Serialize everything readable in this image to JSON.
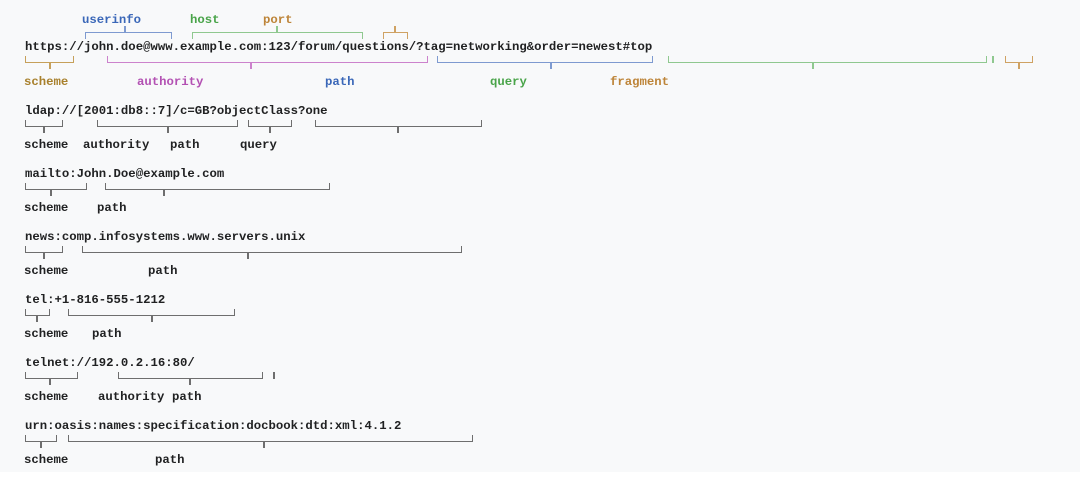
{
  "page": {
    "background": "#f8f9fa",
    "bottom_strip": "#ffffff"
  },
  "colors": {
    "uri_text": "#202122",
    "scheme": "#a8802c",
    "userinfo": "#3a67b8",
    "host": "#49a449",
    "port": "#bd8438",
    "authority": "#b351b3",
    "path": "#3a67b8",
    "query": "#49a449",
    "fragment": "#bd8438",
    "plain_labels": "#202122",
    "plain_braces": "#6e6e6e"
  },
  "example_main": {
    "uri": "https://john.doe@www.example.com:123/forum/questions/?tag=networking&order=newest#top",
    "labels_above": [
      "userinfo",
      "host",
      "port"
    ],
    "labels_below": [
      "scheme",
      "authority",
      "path",
      "query",
      "fragment"
    ]
  },
  "examples": [
    {
      "uri": "ldap://[2001:db8::7]/c=GB?objectClass?one",
      "labels": [
        "scheme",
        "authority",
        "path",
        "query"
      ]
    },
    {
      "uri": "mailto:John.Doe@example.com",
      "labels": [
        "scheme",
        "path"
      ]
    },
    {
      "uri": "news:comp.infosystems.www.servers.unix",
      "labels": [
        "scheme",
        "path"
      ]
    },
    {
      "uri": "tel:+1-816-555-1212",
      "labels": [
        "scheme",
        "path"
      ]
    },
    {
      "uri": "telnet://192.0.2.16:80/",
      "labels": [
        "scheme",
        "authority",
        "path"
      ]
    },
    {
      "uri": "urn:oasis:names:specification:docbook:dtd:xml:4.1.2",
      "labels": [
        "scheme",
        "path"
      ]
    }
  ]
}
